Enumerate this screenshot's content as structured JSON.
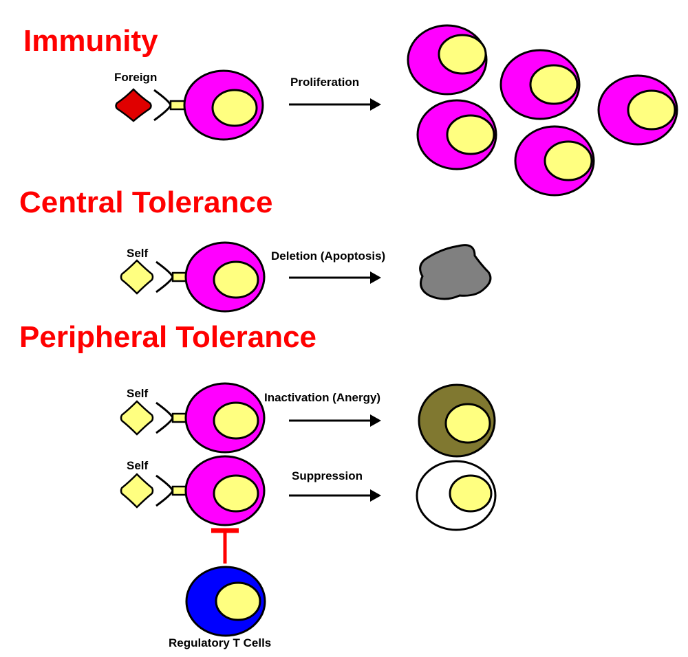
{
  "colors": {
    "title": "#ff0000",
    "cell_body": "#ff00ff",
    "nucleus": "#ffff80",
    "foreign_antigen": "#e00000",
    "self_antigen": "#ffff80",
    "apoptotic_cell": "#808080",
    "anergic_cell": "#807830",
    "suppressed_cell": "#ffffff",
    "regulatory_cell": "#0000ff",
    "inhibition": "#ff0000",
    "outline": "#000000"
  },
  "sections": {
    "immunity": {
      "title": "Immunity",
      "antigen_label": "Foreign",
      "process_label": "Proliferation",
      "result": "proliferated-cells",
      "result_count": 5
    },
    "central_tolerance": {
      "title": "Central Tolerance",
      "antigen_label": "Self",
      "process_label": "Deletion (Apoptosis)",
      "result": "apoptotic-cell"
    },
    "peripheral_tolerance": {
      "title": "Peripheral Tolerance",
      "anergy": {
        "antigen_label": "Self",
        "process_label": "Inactivation (Anergy)",
        "result": "anergic-cell"
      },
      "suppression": {
        "antigen_label": "Self",
        "process_label": "Suppression",
        "result": "suppressed-cell"
      },
      "regulatory_label": "Regulatory T Cells"
    }
  }
}
